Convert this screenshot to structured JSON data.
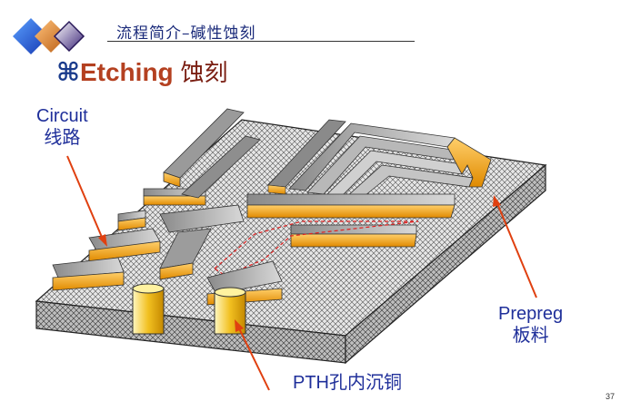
{
  "header": {
    "title": "流程简介–碱性蚀刻"
  },
  "title": {
    "symbol": "⌘",
    "english": "Etching",
    "chinese": "蚀刻"
  },
  "labels": {
    "circuit_en": "Circuit",
    "circuit_zh": "线路",
    "prepreg_en": "Prepreg",
    "prepreg_zh": "板料",
    "pth": "PTH孔内沉铜"
  },
  "page_number": "37",
  "colors": {
    "copper": "#f0a020",
    "laminate": "#c8c8c8",
    "arrow": "#e04010",
    "label": "#1f2f9a",
    "logo_blue": "#1e4fd8",
    "logo_orange": "#e08a2a",
    "logo_purple": "#5a3c9c"
  }
}
